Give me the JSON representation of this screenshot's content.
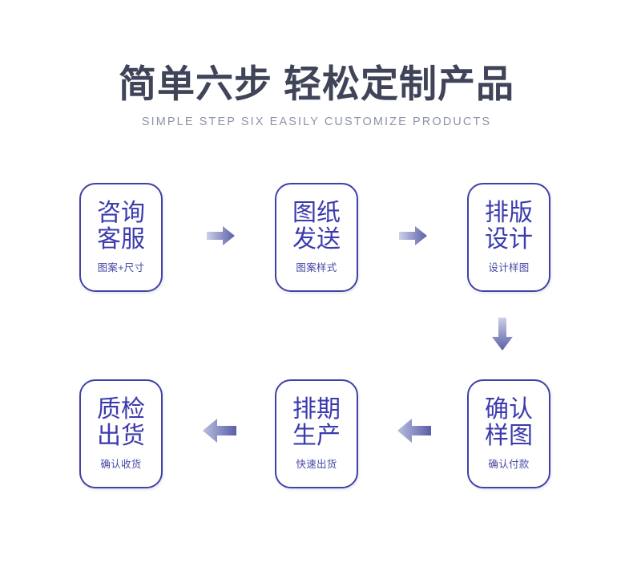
{
  "header": {
    "title_part_1": "简单六步",
    "title_part_2": "轻松定制产品",
    "subtitle": "SIMPLE STEP SIX EASILY CUSTOMIZE PRODUCTS"
  },
  "colors": {
    "title": "#3f4459",
    "subtitle": "#8d93a8",
    "box_border": "#4141a8",
    "box_text": "#3b3bae",
    "box_subtext": "#4646a6",
    "arrow_light": "#c9cce6",
    "arrow_dark": "#5a5fa8",
    "background": "#ffffff"
  },
  "flow": {
    "rows": [
      {
        "direction": "left-to-right",
        "steps": [
          {
            "index": 1,
            "line1": "咨询",
            "line2": "客服",
            "caption": "图案+尺寸"
          },
          {
            "index": 2,
            "line1": "图纸",
            "line2": "发送",
            "caption": "图案样式"
          },
          {
            "index": 3,
            "line1": "排版",
            "line2": "设计",
            "caption": "设计样图"
          }
        ]
      },
      {
        "direction": "right-to-left",
        "steps": [
          {
            "index": 6,
            "line1": "质检",
            "line2": "出货",
            "caption": "确认收货"
          },
          {
            "index": 5,
            "line1": "排期",
            "line2": "生产",
            "caption": "快速出货"
          },
          {
            "index": 4,
            "line1": "确认",
            "line2": "样图",
            "caption": "确认付款"
          }
        ]
      }
    ],
    "connectors": [
      {
        "name": "arrow-right-step1-to-step2",
        "direction": "right"
      },
      {
        "name": "arrow-right-step2-to-step3",
        "direction": "right"
      },
      {
        "name": "arrow-down-step3-to-step4",
        "direction": "down"
      },
      {
        "name": "arrow-left-step4-to-step5",
        "direction": "left"
      },
      {
        "name": "arrow-left-step5-to-step6",
        "direction": "left"
      }
    ]
  }
}
